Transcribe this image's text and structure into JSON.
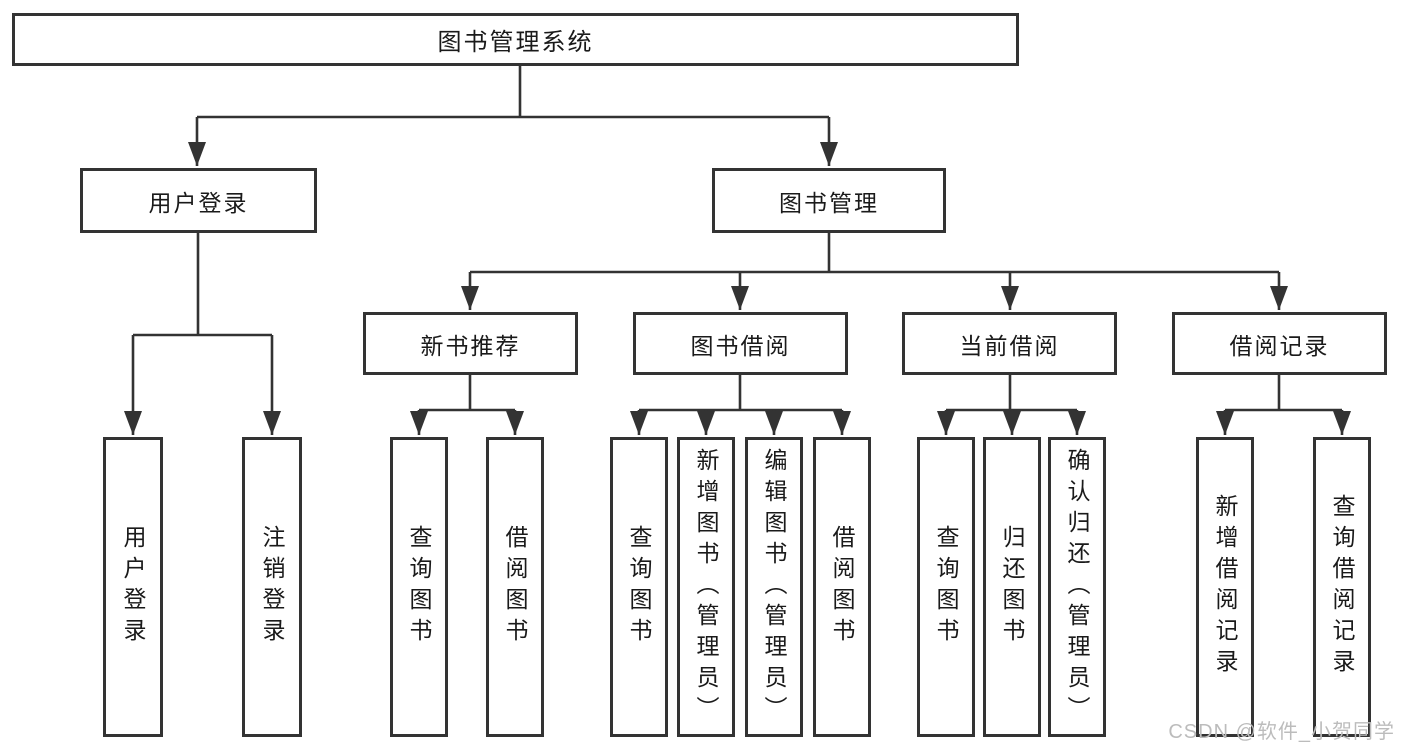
{
  "diagram": {
    "root": {
      "label": "图书管理系统"
    },
    "branches": [
      {
        "label": "用户登录",
        "children": [
          {
            "label": "用户登录"
          },
          {
            "label": "注销登录"
          }
        ]
      },
      {
        "label": "图书管理",
        "children": [
          {
            "label": "新书推荐",
            "children": [
              {
                "label": "查询图书"
              },
              {
                "label": "借阅图书"
              }
            ]
          },
          {
            "label": "图书借阅",
            "children": [
              {
                "label": "查询图书"
              },
              {
                "label": "新增图书（管理员）"
              },
              {
                "label": "编辑图书（管理员）"
              },
              {
                "label": "借阅图书"
              }
            ]
          },
          {
            "label": "当前借阅",
            "children": [
              {
                "label": "查询图书"
              },
              {
                "label": "归还图书"
              },
              {
                "label": "确认归还（管理员）"
              }
            ]
          },
          {
            "label": "借阅记录",
            "children": [
              {
                "label": "新增借阅记录"
              },
              {
                "label": "查询借阅记录"
              }
            ]
          }
        ]
      }
    ]
  },
  "watermark": {
    "text": "CSDN @软件_小贺同学"
  },
  "colors": {
    "line": "#333333",
    "box_border": "#333333",
    "text": "#1a1a1a",
    "watermark": "#bcbcbc",
    "background": "#ffffff"
  }
}
